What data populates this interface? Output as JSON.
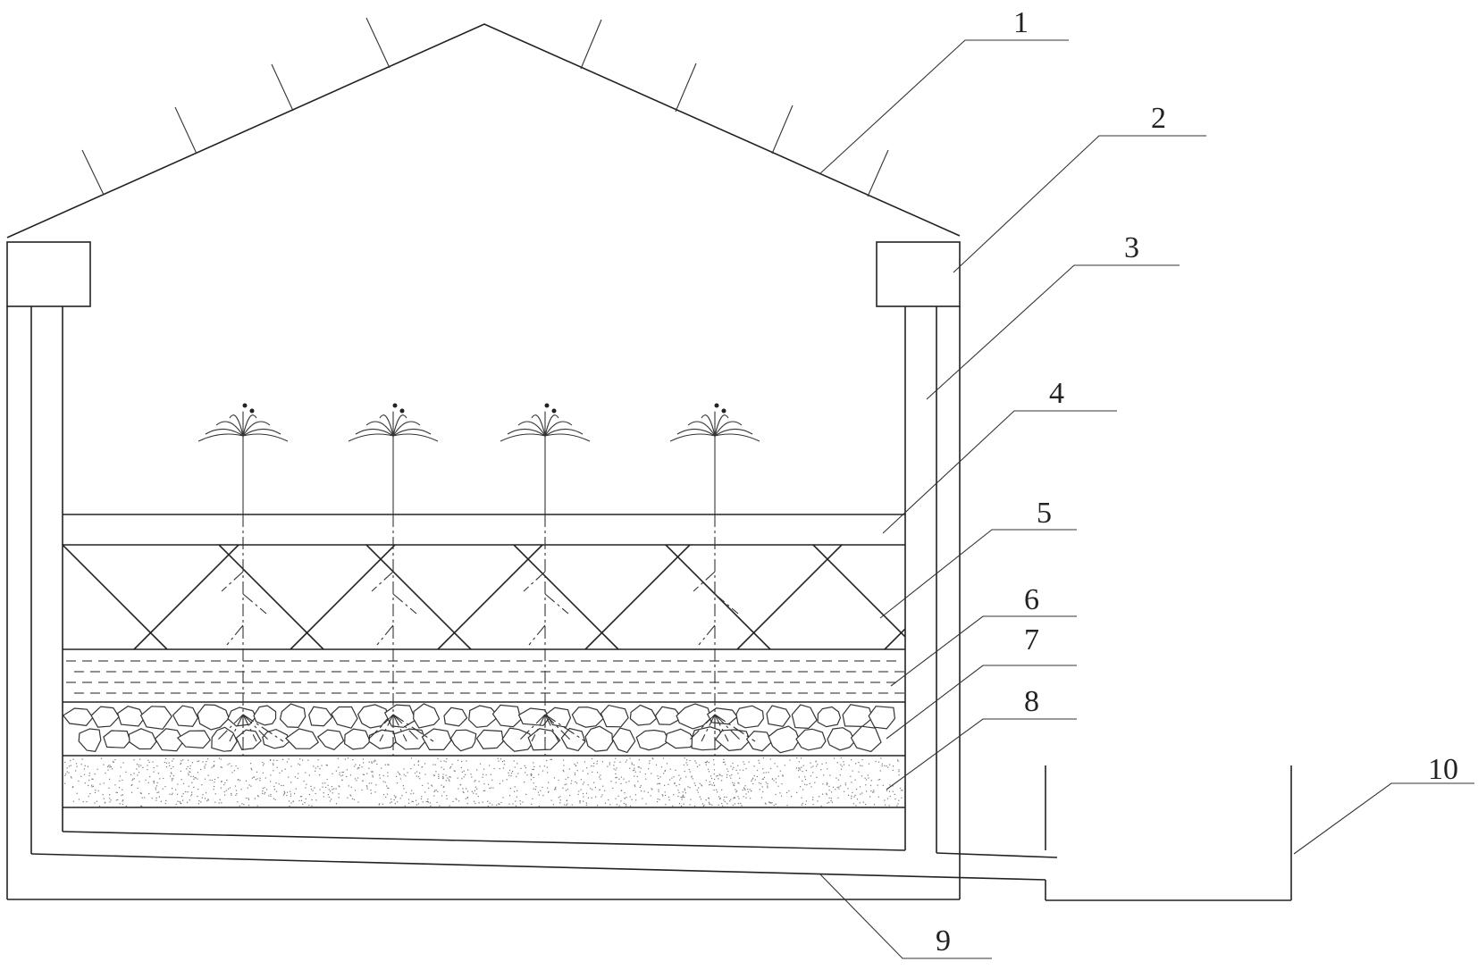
{
  "diagram": {
    "labels": [
      {
        "id": "label-1",
        "text": "1"
      },
      {
        "id": "label-2",
        "text": "2"
      },
      {
        "id": "label-3",
        "text": "3"
      },
      {
        "id": "label-4",
        "text": "4"
      },
      {
        "id": "label-5",
        "text": "5"
      },
      {
        "id": "label-6",
        "text": "6"
      },
      {
        "id": "label-7",
        "text": "7"
      },
      {
        "id": "label-8",
        "text": "8"
      },
      {
        "id": "label-9",
        "text": "9"
      },
      {
        "id": "label-10",
        "text": "10"
      }
    ],
    "plant_count": 4
  }
}
